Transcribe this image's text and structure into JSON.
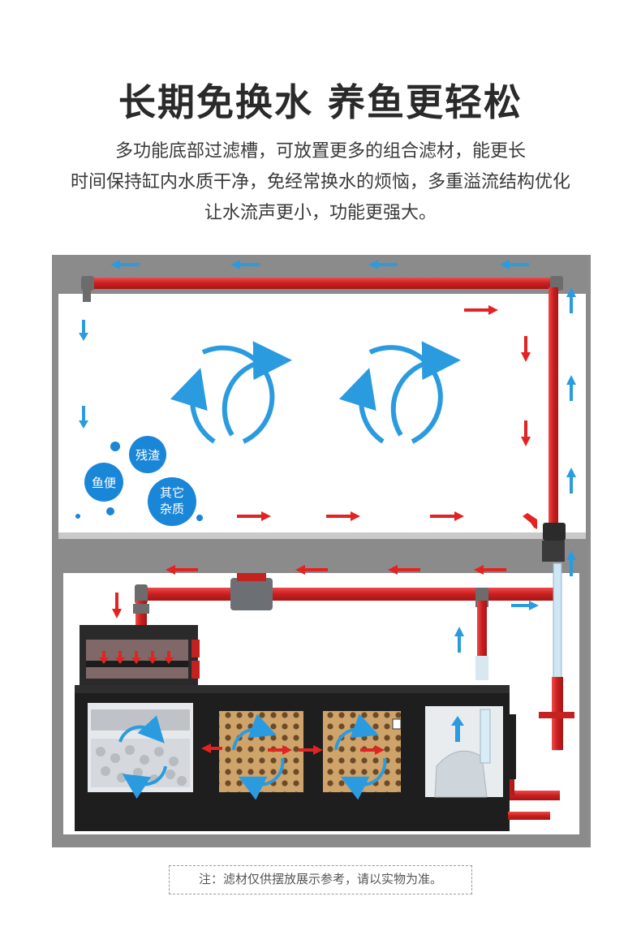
{
  "title": "长期免换水 养鱼更轻松",
  "description_lines": [
    "多功能底部过滤槽，可放置更多的组合滤材，能更长",
    "时间保持缸内水质干净，免经常换水的烦恼，多重溢流结构优化",
    "让水流声更小，功能更强大。"
  ],
  "bubbles": {
    "residue": "残渣",
    "fish_waste_1": "鱼便",
    "other_1": "其它",
    "other_2": "杂质"
  },
  "note": "注：滤材仅供摆放展示参考，请以实物为准。",
  "colors": {
    "pipe_red": "#d42a2a",
    "arrow_red": "#e32222",
    "arrow_blue": "#2b9be0",
    "cabinet_gray": "#8a8a8a",
    "tank_white": "#ffffff"
  }
}
